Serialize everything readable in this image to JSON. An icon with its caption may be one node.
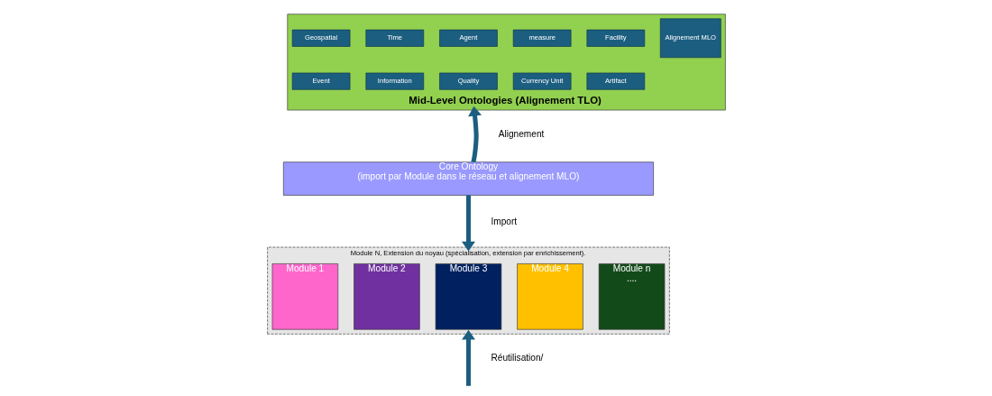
{
  "diagram": {
    "nodes": [
      {
        "text": [
          "Mid-Level Ontologies (Alignement TLO)"
        ]
      },
      {
        "text": [
          "Geospatial"
        ],
        "in": 0
      },
      {
        "text": [
          "Time"
        ],
        "in": 0
      },
      {
        "text": [
          "Agent"
        ],
        "in": 0
      },
      {
        "text": [
          "measure"
        ],
        "in": 0
      },
      {
        "text": [
          "Facility"
        ],
        "in": 0
      },
      {
        "text": [
          "Event"
        ],
        "in": 0
      },
      {
        "text": [
          "Information"
        ],
        "in": 0
      },
      {
        "text": [
          "Quality"
        ],
        "in": 0
      },
      {
        "text": [
          "Currency Unit"
        ],
        "in": 0
      },
      {
        "text": [
          "Artifact"
        ],
        "in": 0
      },
      {
        "text": [
          "Alignement MLO"
        ],
        "in": 0
      },
      {
        "text": [
          "Core Ontology",
          "(import par Module dans le réseau et alignement MLO)"
        ]
      },
      {
        "text": [
          "Module N, Extension du noyau (spécialisation, extension par enrichissement)."
        ]
      },
      {
        "text": [
          "Module 1"
        ],
        "in": 13
      },
      {
        "text": [
          "Module 2"
        ],
        "in": 13
      },
      {
        "text": [
          "Module 3"
        ],
        "in": 13
      },
      {
        "text": [
          "Module 4"
        ],
        "in": 13
      },
      {
        "text": [
          "Module n",
          "...."
        ],
        "in": 13
      }
    ],
    "edges": [
      {
        "from": 12,
        "to": 0,
        "arrow": "to",
        "label": "Alignement"
      },
      {
        "from": 12,
        "to": 13,
        "arrow": "to",
        "label": "Import"
      },
      {
        "from": null,
        "to": 13,
        "arrow": "to",
        "label": "Réutilisation/"
      }
    ]
  }
}
